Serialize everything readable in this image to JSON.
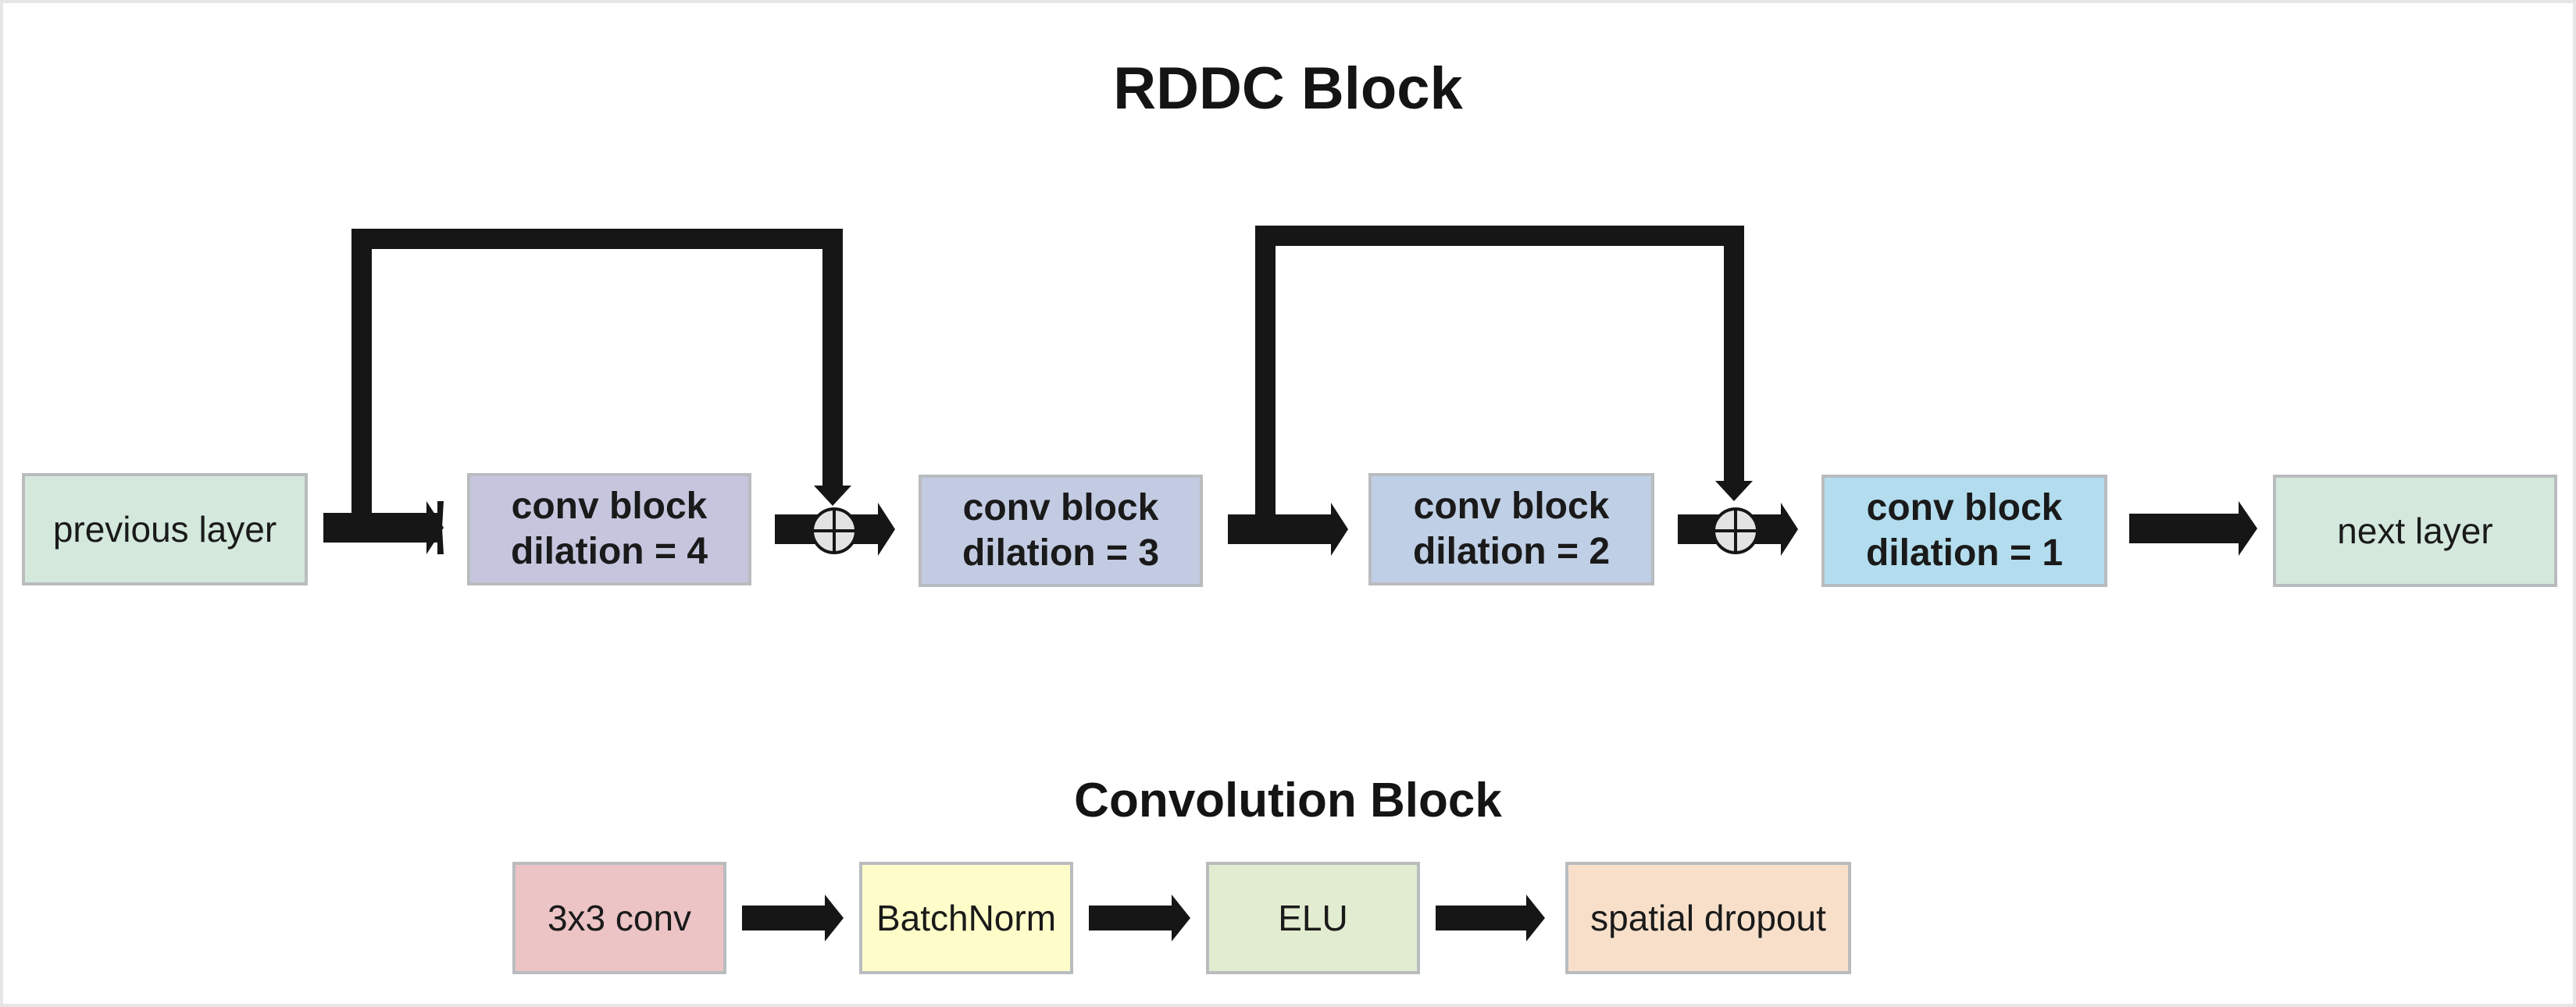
{
  "rddc_title": "RDDC Block",
  "conv_title": "Convolution Block",
  "main_row": [
    {
      "id": "prev",
      "line1": "previous layer",
      "line2": "",
      "color": "#d4e8dc"
    },
    {
      "id": "d4",
      "line1": "conv block",
      "line2": "dilation = 4",
      "color": "#c5c6de"
    },
    {
      "id": "d3",
      "line1": "conv block",
      "line2": "dilation = 3",
      "color": "#c2cbe2"
    },
    {
      "id": "d2",
      "line1": "conv block",
      "line2": "dilation = 2",
      "color": "#bfcfe5"
    },
    {
      "id": "d1",
      "line1": "conv block",
      "line2": "dilation = 1",
      "color": "#b3ddef"
    },
    {
      "id": "next",
      "line1": "next layer",
      "line2": "",
      "color": "#d4e8dc"
    }
  ],
  "conv_row": [
    {
      "id": "conv",
      "label": "3x3 conv",
      "color": "#ecc4c5"
    },
    {
      "id": "bn",
      "label": "BatchNorm",
      "color": "#fefcc8"
    },
    {
      "id": "elu",
      "label": "ELU",
      "color": "#e1ecd0"
    },
    {
      "id": "drop",
      "label": "spatial dropout",
      "color": "#f7dfca"
    }
  ],
  "colors": {
    "arrow": "#161616",
    "adder_fill": "#e3e3e3",
    "border": "#b9bcbf"
  }
}
